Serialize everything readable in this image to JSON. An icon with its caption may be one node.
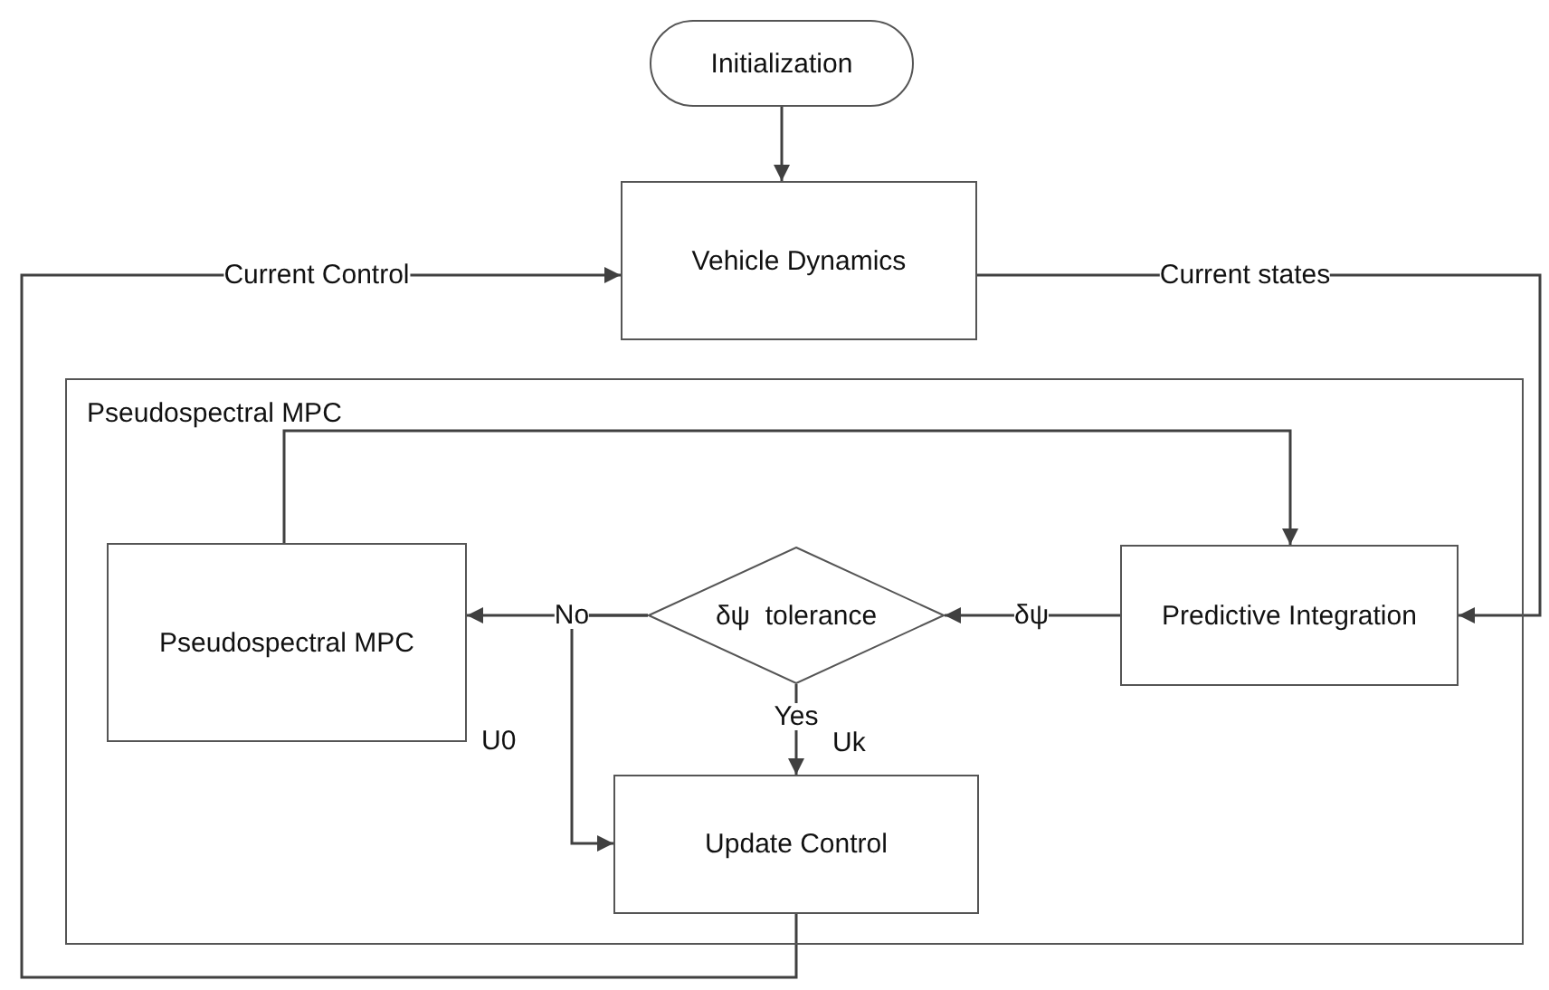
{
  "diagram": {
    "nodes": [
      {
        "text": [
          "Initialization"
        ]
      },
      {
        "text": [
          "Vehicle Dynamics"
        ]
      },
      {
        "text": [
          "Pseudospectral MPC"
        ]
      },
      {
        "text": [
          "Pseudospectral MPC"
        ],
        "in": 2
      },
      {
        "text": [
          "δψ  tolerance"
        ],
        "in": 2
      },
      {
        "text": [
          "Predictive Integration"
        ],
        "in": 2
      },
      {
        "text": [
          "Update Control"
        ],
        "in": 2
      }
    ],
    "edges": [
      {
        "from": 0,
        "to": 1,
        "arrow": "to"
      },
      {
        "from": 6,
        "to": 1,
        "arrow": "to",
        "label": "Current Control"
      },
      {
        "from": 1,
        "to": 5,
        "arrow": "to",
        "label": "Current states"
      },
      {
        "from": 3,
        "to": 5,
        "arrow": "to"
      },
      {
        "from": 5,
        "to": 4,
        "arrow": "to",
        "label": "δψ"
      },
      {
        "from": 4,
        "to": 3,
        "arrow": "to",
        "label": "No"
      },
      {
        "from": 4,
        "to": 6,
        "arrow": "to",
        "label": "Yes"
      },
      {
        "from": 4,
        "to": 6,
        "arrow": "to"
      }
    ],
    "labels": [
      "U0",
      "Uk"
    ]
  }
}
